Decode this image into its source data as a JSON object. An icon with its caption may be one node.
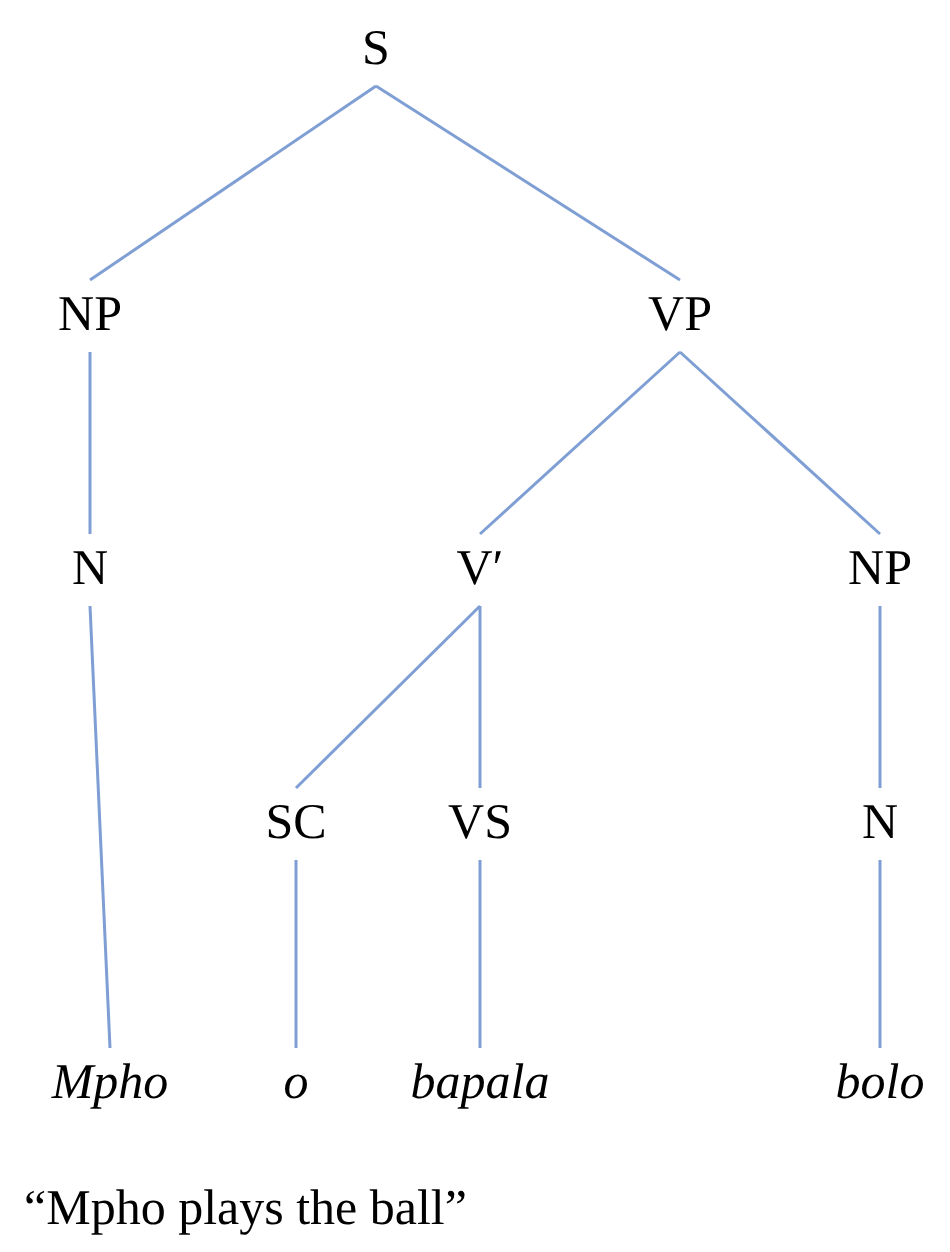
{
  "diagram": {
    "caption": "“Mpho plays the ball”",
    "nodes": [
      {
        "text": [
          "S"
        ]
      },
      {
        "text": [
          "NP"
        ]
      },
      {
        "text": [
          "VP"
        ]
      },
      {
        "text": [
          "N"
        ]
      },
      {
        "text": [
          "V′"
        ]
      },
      {
        "text": [
          "NP"
        ]
      },
      {
        "text": [
          "SC"
        ]
      },
      {
        "text": [
          "VS"
        ]
      },
      {
        "text": [
          "N"
        ]
      },
      {
        "text": [
          "Mpho"
        ]
      },
      {
        "text": [
          "o"
        ]
      },
      {
        "text": [
          "bapala"
        ]
      },
      {
        "text": [
          "bolo"
        ]
      }
    ],
    "edges": [
      {
        "from": 0,
        "to": 1,
        "arrow": "none"
      },
      {
        "from": 0,
        "to": 2,
        "arrow": "none"
      },
      {
        "from": 1,
        "to": 3,
        "arrow": "none"
      },
      {
        "from": 2,
        "to": 4,
        "arrow": "none"
      },
      {
        "from": 2,
        "to": 5,
        "arrow": "none"
      },
      {
        "from": 3,
        "to": 9,
        "arrow": "none"
      },
      {
        "from": 4,
        "to": 6,
        "arrow": "none"
      },
      {
        "from": 4,
        "to": 7,
        "arrow": "none"
      },
      {
        "from": 5,
        "to": 8,
        "arrow": "none"
      },
      {
        "from": 6,
        "to": 10,
        "arrow": "none"
      },
      {
        "from": 7,
        "to": 11,
        "arrow": "none"
      },
      {
        "from": 8,
        "to": 12,
        "arrow": "none"
      }
    ]
  }
}
